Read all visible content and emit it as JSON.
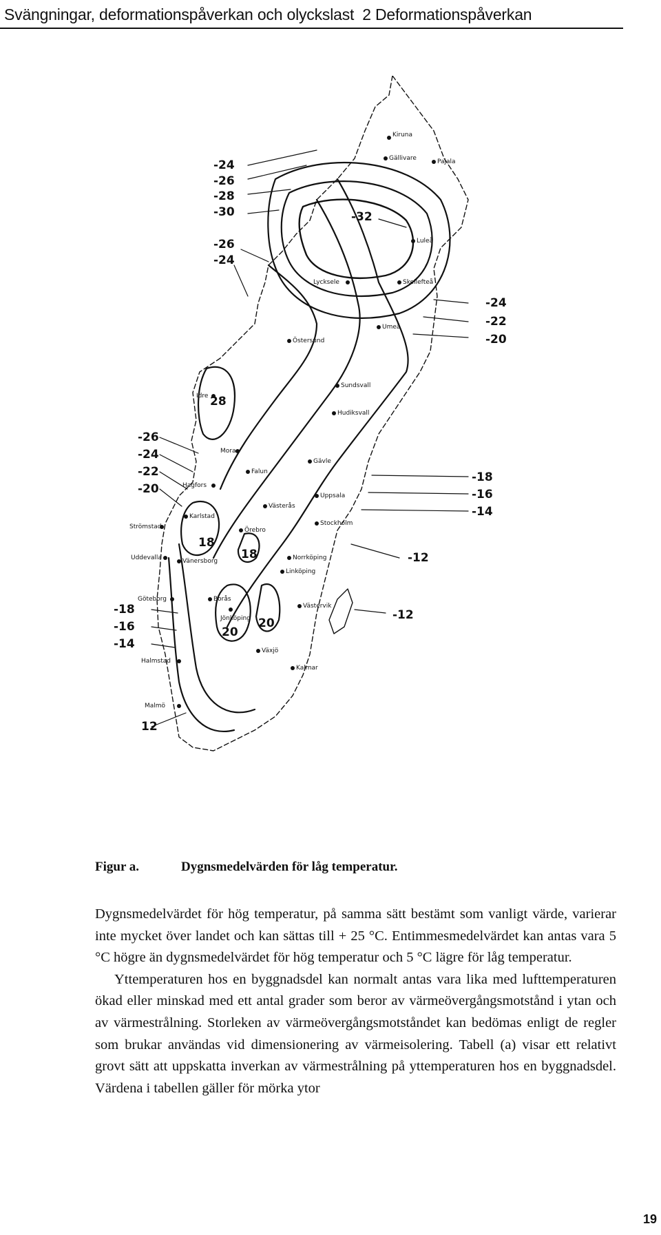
{
  "header": {
    "chapter": "Svängningar, deformationspåverkan och olyckslast",
    "section": "2 Deformationspåverkan"
  },
  "map": {
    "isotherm_labels_left_top": [
      "-24",
      "-26",
      "-28",
      "-30",
      "-26",
      "-24"
    ],
    "isotherm_labels_left_mid": [
      "-26",
      "-24",
      "-22",
      "-20"
    ],
    "isotherm_labels_left_bottom": [
      "-18",
      "-16",
      "-14"
    ],
    "isotherm_labels_right_top": [
      "-24",
      "-22",
      "-20"
    ],
    "isotherm_labels_right_mid": [
      "-18",
      "-16",
      "-14"
    ],
    "center_label": "-32",
    "inline_labels": [
      "28",
      "18",
      "18",
      "20",
      "20",
      "-12",
      "-12",
      "12"
    ],
    "towns": [
      "Kiruna",
      "Gällivare",
      "Pajala",
      "Luleå",
      "Lycksele",
      "Skellefteå",
      "Umeå",
      "Östersund",
      "Sundsvall",
      "Hudiksvall",
      "Idre",
      "Mora",
      "Falun",
      "Gävle",
      "Hagfors",
      "Uppsala",
      "Karlstad",
      "Västerås",
      "Örebro",
      "Stockholm",
      "Strömstad",
      "Uddevalla",
      "Vänersborg",
      "Norrköping",
      "Linköping",
      "Göteborg",
      "Borås",
      "Jönköping",
      "Västervik",
      "Växjö",
      "Halmstad",
      "Kalmar",
      "Malmö"
    ]
  },
  "caption": {
    "label": "Figur a.",
    "text": "Dygnsmedelvärden för låg temperatur."
  },
  "paragraphs": [
    "Dygnsmedelvärdet för hög temperatur, på samma sätt bestämt som vanligt värde, varierar inte mycket över landet och kan sättas till + 25 °C. Entimmesmedelvärdet kan antas vara 5 °C högre än dygnsmedelvärdet för hög temperatur och 5 °C lägre för låg temperatur.",
    "Yttemperaturen hos en byggnadsdel kan normalt antas vara lika med lufttemperaturen ökad eller minskad med ett antal grader som beror av värmeövergångsmotstånd i ytan och av värmestrålning. Storleken av värmeövergångsmotståndet kan bedömas enligt de regler som brukar användas vid dimensionering av värmeisolering. Tabell (a) visar ett relativt grovt sätt att uppskatta inverkan av värmestrålning på yttemperaturen hos en byggnadsdel. Värdena i tabellen gäller för mörka ytor"
  ],
  "page_number": "19"
}
